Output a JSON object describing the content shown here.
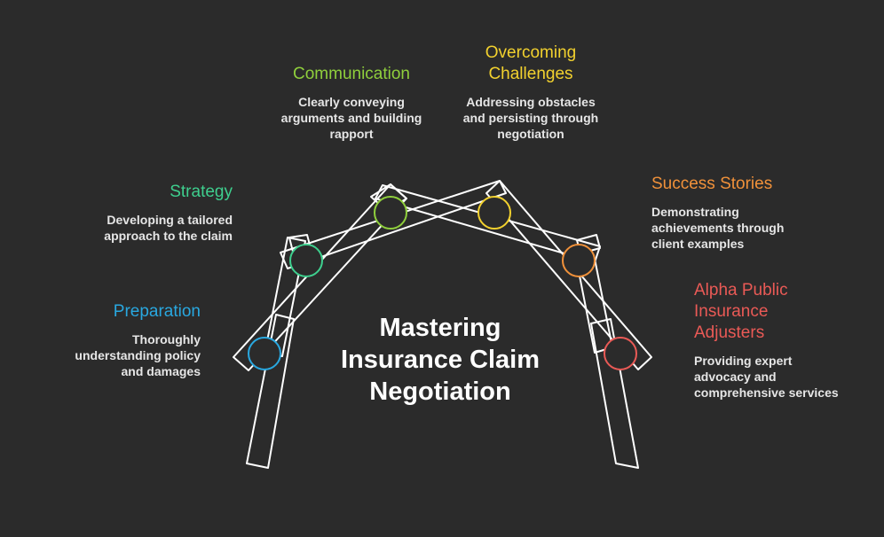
{
  "title": {
    "line1": "Mastering",
    "line2": "Insurance Claim",
    "line3": "Negotiation"
  },
  "colors": {
    "background": "#2b2b2b",
    "frame": "#ffffff",
    "preparation": "#29a8e0",
    "strategy": "#3ecf8e",
    "communication": "#8fcf3c",
    "challenges": "#f2d12e",
    "success": "#f0913a",
    "alpha": "#ea5a56"
  },
  "nodes": {
    "preparation": {
      "title": "Preparation",
      "desc": [
        "Thoroughly",
        "understanding policy",
        "and damages"
      ]
    },
    "strategy": {
      "title": "Strategy",
      "desc": [
        "Developing a tailored",
        "approach to the claim"
      ]
    },
    "communication": {
      "title": "Communication",
      "desc": [
        "Clearly conveying",
        "arguments and building",
        "rapport"
      ]
    },
    "challenges": {
      "title": [
        "Overcoming",
        "Challenges"
      ],
      "desc": [
        "Addressing obstacles",
        "and persisting through",
        "negotiation"
      ]
    },
    "success": {
      "title": "Success Stories",
      "desc": [
        "Demonstrating",
        "achievements through",
        "client examples"
      ]
    },
    "alpha": {
      "title": [
        "Alpha Public",
        "Insurance",
        "Adjusters"
      ],
      "desc": [
        "Providing expert",
        "advocacy and",
        "comprehensive services"
      ]
    }
  }
}
